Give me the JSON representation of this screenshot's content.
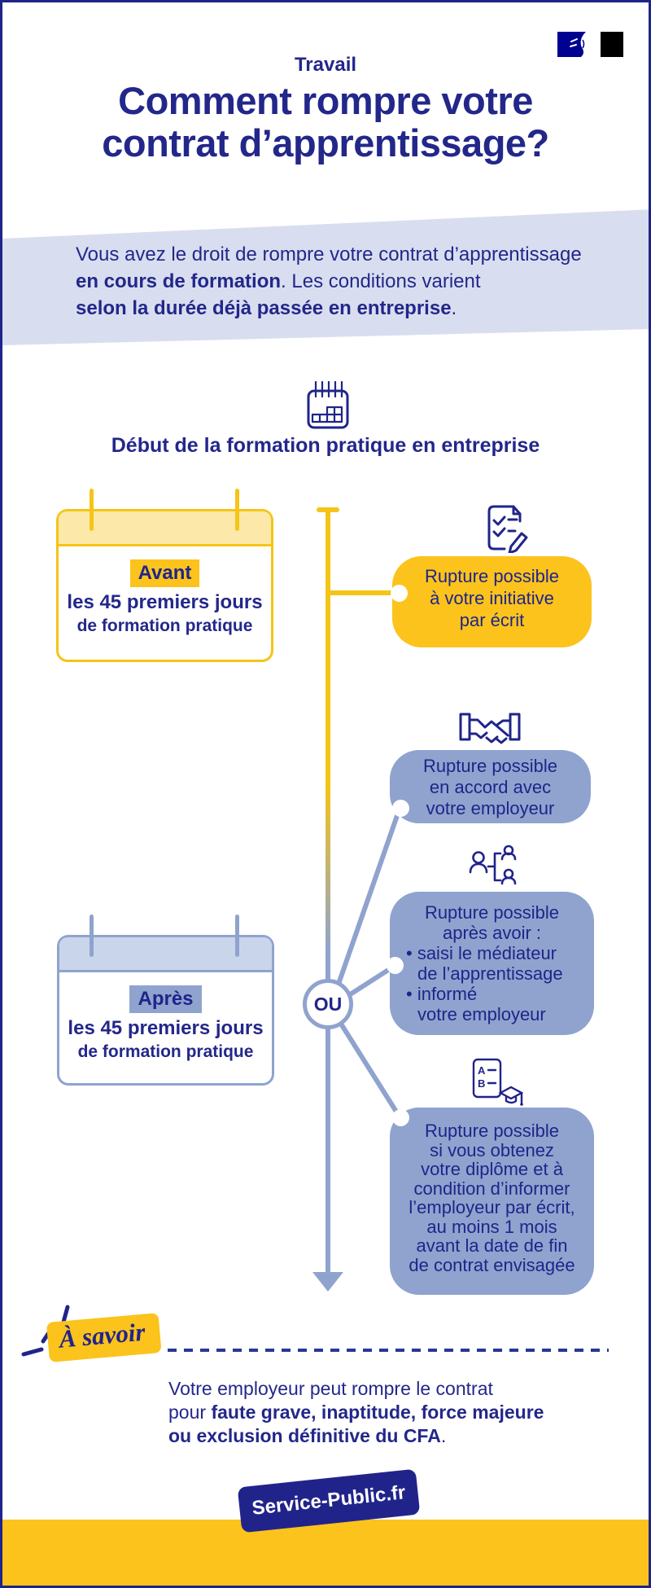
{
  "header": {
    "category": "Travail",
    "title_line1": "Comment rompre votre",
    "title_line2": "contrat d’apprentissage?"
  },
  "intro_lines": [
    [
      {
        "t": "Vous avez le droit de rompre votre contrat d’apprentissage",
        "b": false
      }
    ],
    [
      {
        "t": "en cours de formation",
        "b": true
      },
      {
        "t": ". Les conditions varient",
        "b": false
      }
    ],
    [
      {
        "t": "selon la durée déjà passée en entreprise",
        "b": true
      },
      {
        "t": ".",
        "b": false
      }
    ]
  ],
  "timeline": {
    "start_label": "Début de la formation pratique en entreprise",
    "or_label": "OU",
    "before_card": {
      "highlight": "Avant",
      "line2": "les 45 premiers jours",
      "line3": "de formation pratique"
    },
    "after_card": {
      "highlight": "Après",
      "line2": "les 45 premiers jours",
      "line3": "de formation pratique"
    },
    "yellow_box": {
      "icon": "document-checklist-pen-icon",
      "lines": [
        "Rupture possible",
        "à votre initiative",
        "par écrit"
      ]
    },
    "blue_box_accord": {
      "icon": "handshake-icon",
      "lines": [
        "Rupture possible",
        "en accord avec",
        "votre employeur"
      ]
    },
    "blue_box_mediateur": {
      "icon": "organization-people-icon",
      "lines_centered": [
        "Rupture possible",
        "après avoir :"
      ],
      "bullets": [
        [
          "saisi le médiateur",
          "de l’apprentissage"
        ],
        [
          "informé",
          "votre employeur"
        ]
      ]
    },
    "blue_box_diplome": {
      "icon": "diploma-graduation-icon",
      "lines": [
        "Rupture possible",
        "si vous obtenez",
        "votre diplôme et à",
        "condition d’informer",
        "l’employeur par écrit,",
        "au moins 1 mois",
        "avant la date de fin",
        "de contrat envisagée"
      ]
    }
  },
  "a_savoir": {
    "label": "À savoir"
  },
  "note_lines": [
    [
      {
        "t": "Votre employeur peut rompre le contrat",
        "b": false
      }
    ],
    [
      {
        "t": "pour ",
        "b": false
      },
      {
        "t": "faute grave, inaptitude, force majeure",
        "b": true
      }
    ],
    [
      {
        "t": "ou exclusion définitive du CFA",
        "b": true
      },
      {
        "t": ".",
        "b": false
      }
    ]
  ],
  "footer": {
    "brand": "Service-Public.fr"
  },
  "icons": [
    "french-republic-flag-icon",
    "calendar-notepad-icon",
    "document-checklist-pen-icon",
    "handshake-icon",
    "organization-people-icon",
    "diploma-graduation-icon",
    "alert-rays-icon",
    "down-arrow-icon"
  ],
  "colors": {
    "navy": "#20248a",
    "yellow": "#fbc31c",
    "yellow_border": "#f5c417",
    "pale_yellow": "#fce9a9",
    "muted_blue": "#8fa3ce",
    "pale_blue": "#c9d5eb",
    "lavender_band": "#d8deef",
    "flag_blue": "#000091",
    "flag_red": "#e1000f",
    "white": "#ffffff"
  }
}
